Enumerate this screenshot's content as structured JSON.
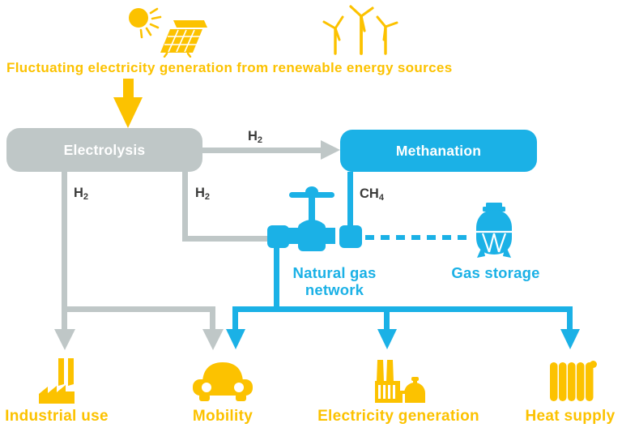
{
  "colors": {
    "yellow": "#FCC200",
    "gray": "#BFC7C7",
    "blue": "#1BB1E6",
    "dark_text": "#3B3B3A",
    "box_text": "#FFFFFF"
  },
  "header": {
    "title": "Fluctuating electricity generation from renewable energy sources",
    "icons": [
      "sun-icon",
      "solar-panel-icon",
      "wind-turbines-icon"
    ]
  },
  "process": {
    "electrolysis_label": "Electrolysis",
    "methanation_label": "Methanation"
  },
  "chem": {
    "h2_to_methanation": {
      "base": "H",
      "sub": "2"
    },
    "h2_industrial": {
      "base": "H",
      "sub": "2"
    },
    "h2_network": {
      "base": "H",
      "sub": "2"
    },
    "ch4": {
      "base": "CH",
      "sub": "4"
    }
  },
  "network": {
    "natural_gas_label": "Natural gas network",
    "gas_storage_label": "Gas storage",
    "icons": [
      "valve-icon",
      "gas-tank-icon"
    ]
  },
  "outputs": [
    {
      "label": "Industrial use",
      "icon": "factory-icon"
    },
    {
      "label": "Mobility",
      "icon": "car-icon"
    },
    {
      "label": "Electricity generation",
      "icon": "power-plant-icon"
    },
    {
      "label": "Heat supply",
      "icon": "radiator-icon"
    }
  ]
}
